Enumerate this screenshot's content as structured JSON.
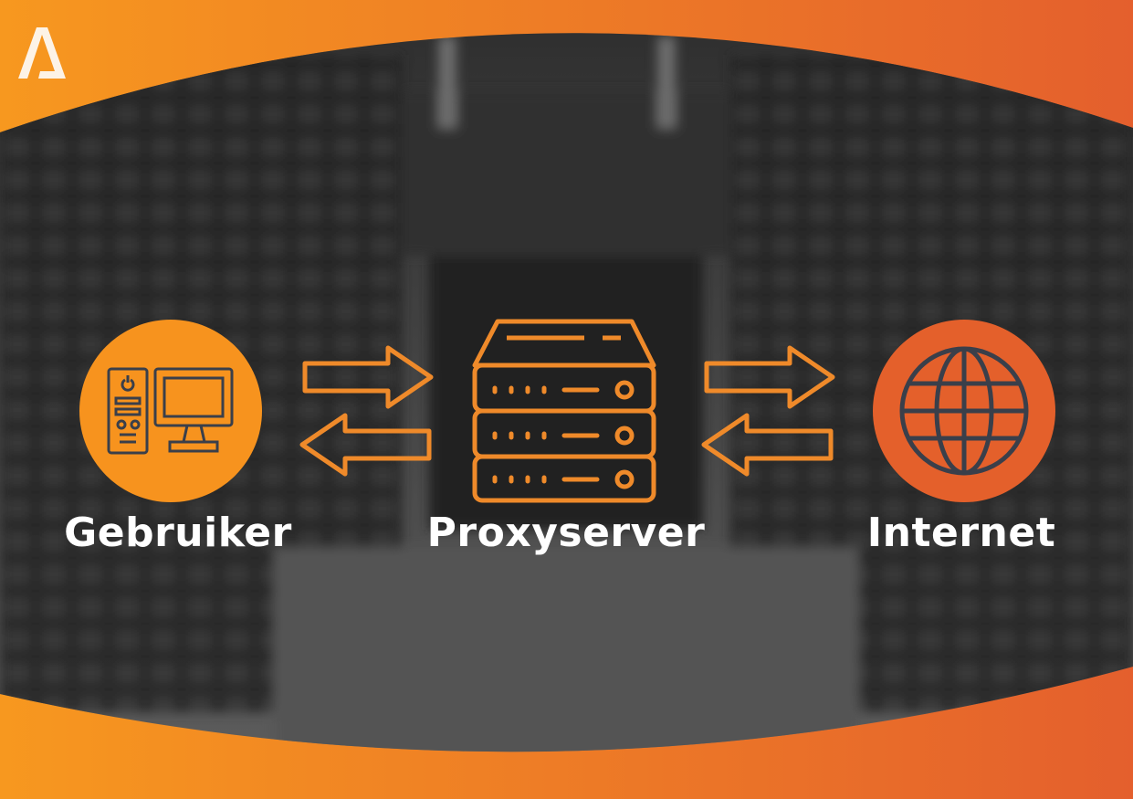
{
  "colors": {
    "orange_left": "#f7951f",
    "orange_right": "#e6602b",
    "icon_stroke": "#3a3f4a",
    "arrow": "#ef8a2a"
  },
  "logo": {
    "text": "A"
  },
  "nodes": [
    {
      "label": "Gebruiker",
      "icon": "computer-icon"
    },
    {
      "label": "Proxyserver",
      "icon": "server-icon"
    },
    {
      "label": "Internet",
      "icon": "globe-icon"
    }
  ]
}
